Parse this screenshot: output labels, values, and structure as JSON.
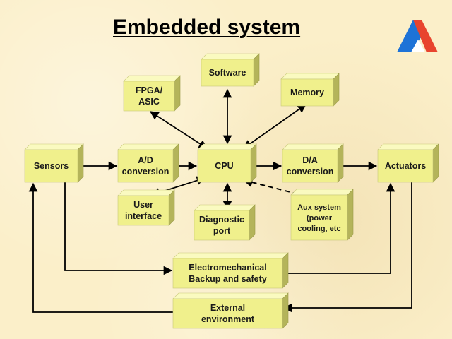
{
  "title": "Embedded system",
  "logo_icon": "mountain-logo-icon",
  "colors": {
    "box_front": "#f0f08c",
    "box_top": "#fafac0",
    "box_side": "#b4b45a",
    "arrow": "#000000",
    "logo_blue": "#1e73d7",
    "logo_red": "#e8442e"
  },
  "nodes": {
    "sensors": {
      "lines": [
        "Sensors"
      ]
    },
    "ad_conversion": {
      "lines": [
        "A/D",
        "conversion"
      ]
    },
    "cpu": {
      "lines": [
        "CPU"
      ]
    },
    "da_conversion": {
      "lines": [
        "D/A",
        "conversion"
      ]
    },
    "actuators": {
      "lines": [
        "Actuators"
      ]
    },
    "software": {
      "lines": [
        "Software"
      ]
    },
    "fpga_asic": {
      "lines": [
        "FPGA/",
        "ASIC"
      ]
    },
    "memory": {
      "lines": [
        "Memory"
      ]
    },
    "user_interface": {
      "lines": [
        "User",
        "interface"
      ]
    },
    "diagnostic_port": {
      "lines": [
        "Diagnostic",
        "port"
      ]
    },
    "aux_system": {
      "lines": [
        "Aux system",
        "(power",
        "cooling, etc"
      ]
    },
    "electromechanical": {
      "lines": [
        "Electromechanical",
        "Backup and safety"
      ]
    },
    "external_environment": {
      "lines": [
        "External",
        "environment"
      ]
    }
  }
}
